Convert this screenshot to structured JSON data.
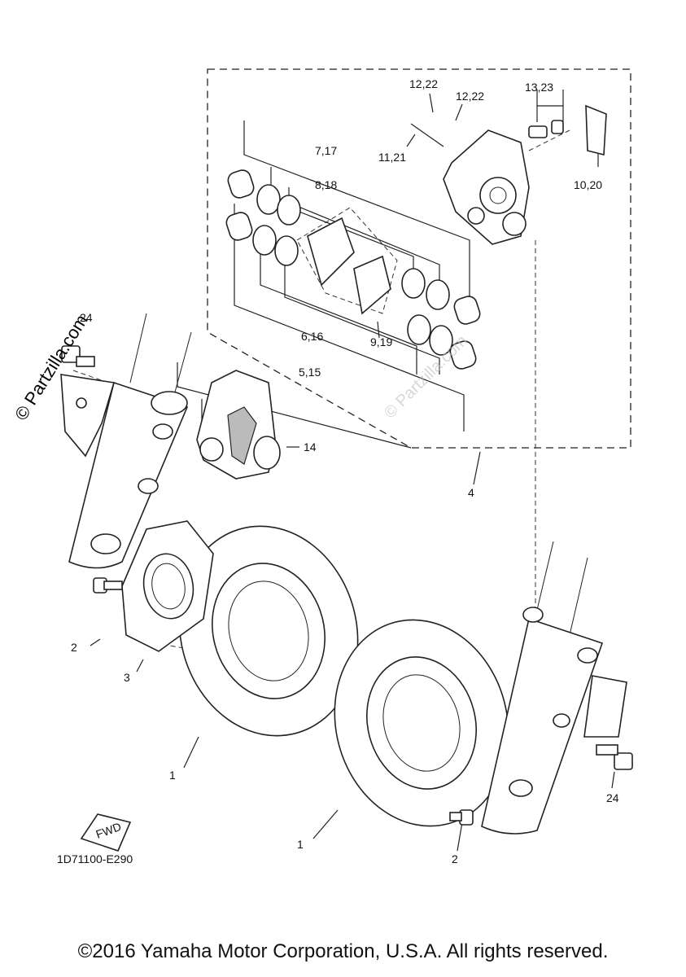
{
  "callouts": {
    "c1a": "1",
    "c1b": "1",
    "c2a": "2",
    "c2b": "2",
    "c3": "3",
    "c4": "4",
    "c5_15": "5,15",
    "c6_16": "6,16",
    "c7_17": "7,17",
    "c8_18": "8,18",
    "c9_19": "9,19",
    "c10_20": "10,20",
    "c11_21": "11,21",
    "c12_22a": "12,22",
    "c12_22b": "12,22",
    "c13_23": "13,23",
    "c14": "14",
    "c24a": "24",
    "c24b": "24"
  },
  "fwd_label": "FWD",
  "diagram_code": "1D71100-E290",
  "watermark": "© Partzilla.com",
  "watermark_faint": "© Partzilla.com",
  "copyright": "©2016 Yamaha Motor Corporation, U.S.A. All rights reserved."
}
